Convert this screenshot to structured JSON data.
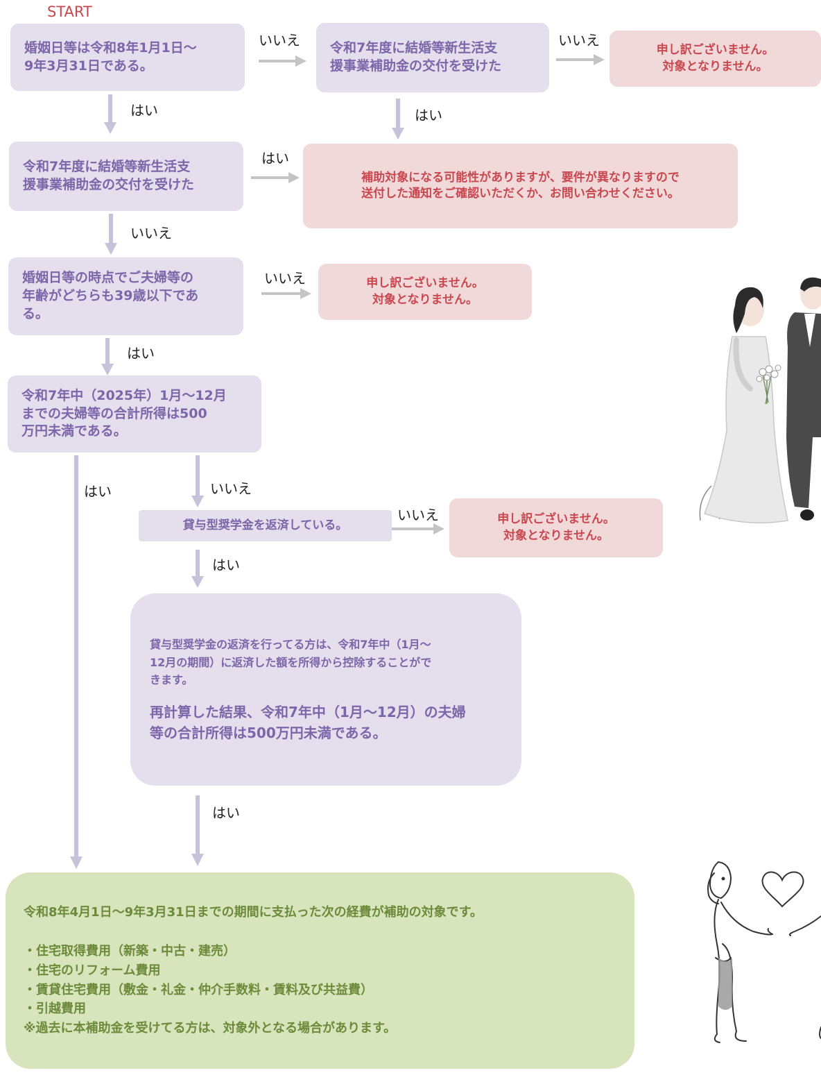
{
  "start": "START",
  "labels": {
    "yes": "はい",
    "no": "いいえ"
  },
  "q1": {
    "line1": "婚姻日等は令和8年1月1日～",
    "line2": "9年3月31日である。"
  },
  "q2": {
    "line1": "令和7年度に結婚等新生活支",
    "line2": "援事業補助金の交付を受けた"
  },
  "q3": {
    "line1": "令和7年度に結婚等新生活支",
    "line2": "援事業補助金の交付を受けた"
  },
  "q4": {
    "line1": "婚姻日等の時点でご夫婦等の",
    "line2": "年齢がどちらも39歳以下であ",
    "line3": "る。"
  },
  "q5": {
    "line1": "令和7年中（2025年）1月～12月",
    "line2": "までの夫婦等の合計所得は500",
    "line3": "万円未満である。"
  },
  "q6": "貸与型奨学金を返済している。",
  "q7": {
    "note1": "貸与型奨学金の返済を行ってる方は、令和7年中（1月～",
    "note2": "12月の期間）に返済した額を所得から控除することがで",
    "note3": "きます。",
    "q1": "再計算した結果、令和7年中（1月～12月）の夫婦",
    "q2": "等の合計所得は500万円未満である。"
  },
  "not_eligible": {
    "line1": "申し訳ございません。",
    "line2": "対象となりません。"
  },
  "possible": {
    "line1": "補助対象になる可能性がありますが、要件が異なりますので",
    "line2": "送付した通知をご確認いただくか、お問い合わせください。"
  },
  "result": {
    "title": "令和8年4月1日～9年3月31日までの期間に支払った次の経費が補助の対象です。",
    "items": [
      "・住宅取得費用（新築・中古・建売）",
      "・住宅のリフォーム費用",
      "・賃貸住宅費用（敷金・礼金・仲介手数料・賃料及び共益費）",
      "・引越費用"
    ],
    "note": "※過去に本補助金を受けてる方は、対象外となる場合があります。"
  },
  "colors": {
    "question_bg": "#e4deed",
    "question_text": "#7a66a8",
    "ng_bg": "#f1d9d9",
    "ng_text": "#c9474f",
    "result_bg": "#d7e4bc",
    "result_text": "#6d8a3a",
    "arrow_vertical": "#c9c1da",
    "arrow_horizontal": "#c4c4c4"
  },
  "illustrations": [
    "wedding-couple-illustration",
    "couple-with-heart-illustration"
  ]
}
